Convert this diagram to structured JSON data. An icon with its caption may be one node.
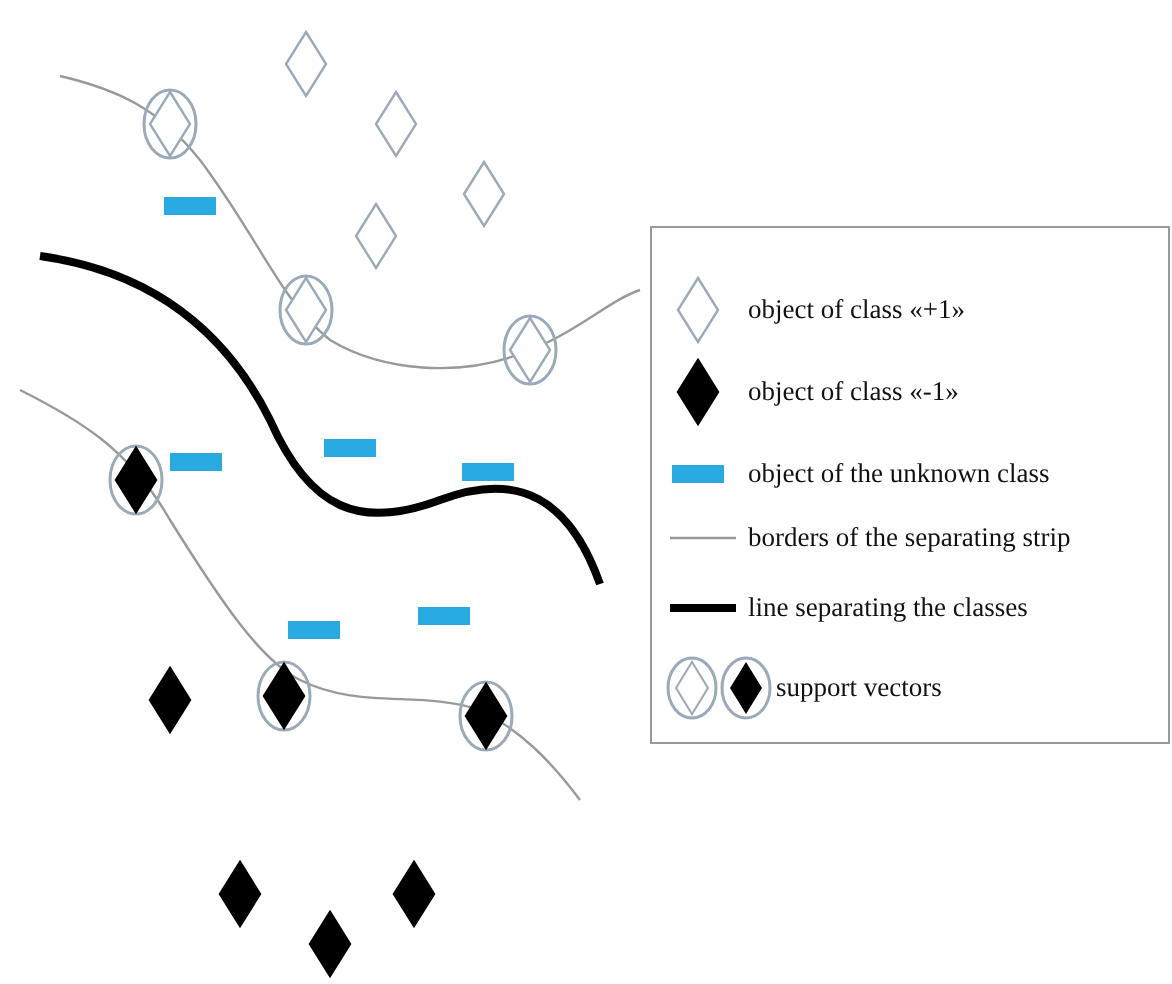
{
  "diagram": {
    "legend": [
      {
        "text": "object of class «+1»"
      },
      {
        "text": "object of class «-1»"
      },
      {
        "text": "object of the unknown class",
        "color": "#29abe2"
      },
      {
        "text": "borders of the separating strip"
      },
      {
        "text": "line separating the classes"
      },
      {
        "text": "support vectors"
      }
    ]
  }
}
